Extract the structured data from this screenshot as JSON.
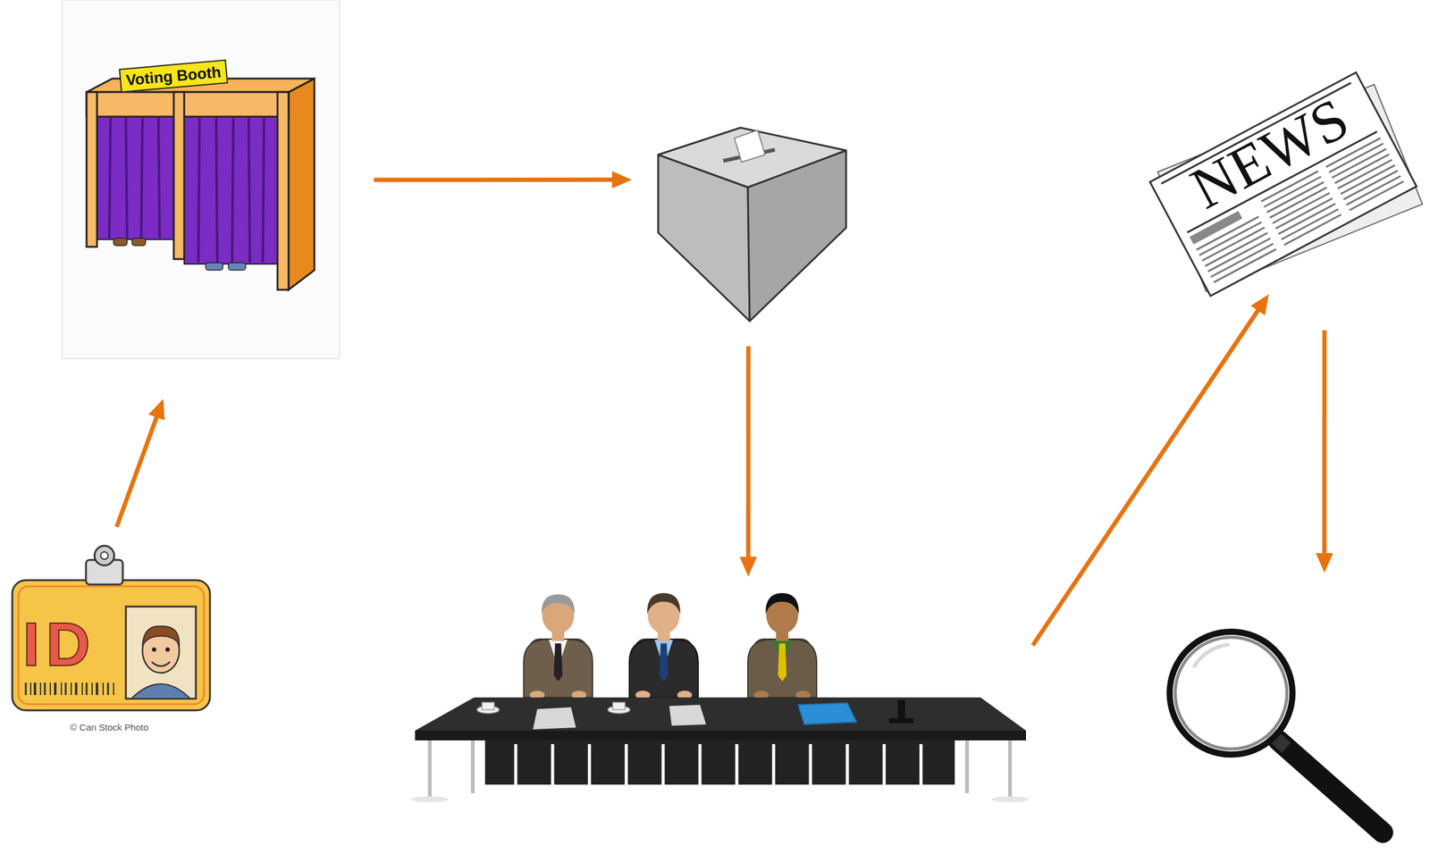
{
  "diagram": {
    "nodes": [
      {
        "text": [
          "ID"
        ]
      },
      {
        "text": [
          "Voting Booth"
        ]
      },
      {
        "text": []
      },
      {
        "text": []
      },
      {
        "text": [
          "NEWS"
        ]
      },
      {
        "text": []
      }
    ],
    "edges": [
      {
        "from": 0,
        "to": 1,
        "arrow": "to"
      },
      {
        "from": 1,
        "to": 2,
        "arrow": "to"
      },
      {
        "from": 2,
        "to": 3,
        "arrow": "to"
      },
      {
        "from": 3,
        "to": 4,
        "arrow": "to"
      },
      {
        "from": 4,
        "to": 5,
        "arrow": "to"
      }
    ],
    "labels": [
      "© Can Stock Photo"
    ]
  }
}
